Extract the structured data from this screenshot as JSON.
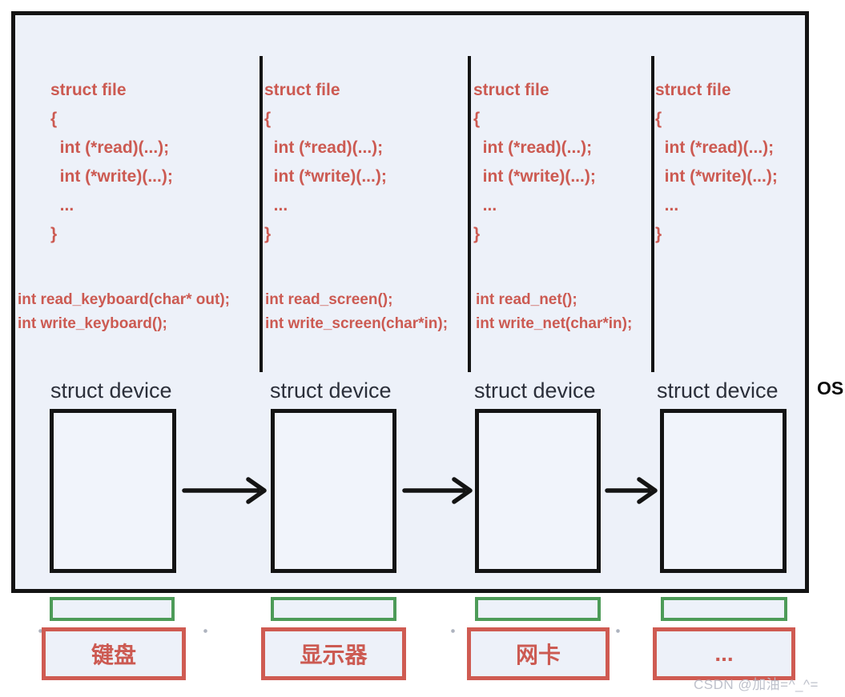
{
  "diagram": {
    "os_label": "OS",
    "watermark": "CSDN @加油=^_^="
  },
  "columns": [
    {
      "struct_code": "struct file\n{\n  int (*read)(...);\n  int (*write)(...);\n  ...\n}",
      "functions": "int read_keyboard(char* out);\nint write_keyboard();",
      "device_label": "struct device",
      "device_name": "键盘"
    },
    {
      "struct_code": "struct file\n{\n  int (*read)(...);\n  int (*write)(...);\n  ...\n}",
      "functions": "int read_screen();\nint write_screen(char*in);",
      "device_label": "struct device",
      "device_name": "显示器"
    },
    {
      "struct_code": "struct file\n{\n  int (*read)(...);\n  int (*write)(...);\n  ...\n}",
      "functions": "int read_net();\nint write_net(char*in);",
      "device_label": "struct device",
      "device_name": "网卡"
    },
    {
      "struct_code": "struct file\n{\n  int (*read)(...);\n  int (*write)(...);\n  ...\n}",
      "device_label": "struct device",
      "device_name": "..."
    }
  ],
  "colors": {
    "code_red": "#cc5a52",
    "green_border": "#4d9b58",
    "red_border": "#cf5b52",
    "box_background": "#edf1f9",
    "line_black": "#141414"
  }
}
